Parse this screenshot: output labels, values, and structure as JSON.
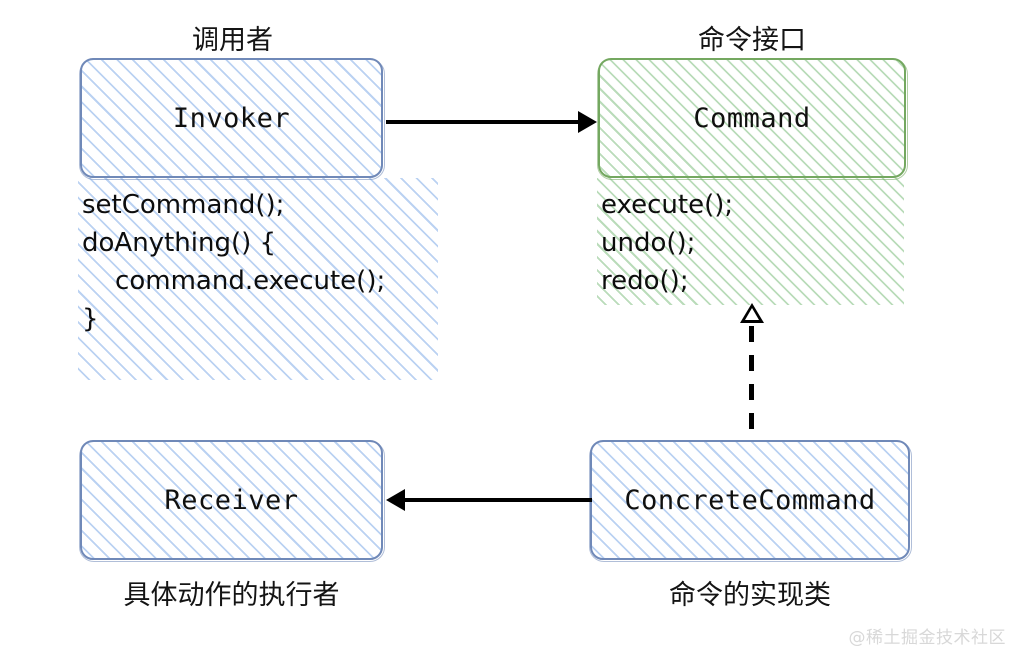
{
  "diagram": {
    "title_invoker_caption": "调用者",
    "title_command_caption": "命令接口",
    "receiver_caption": "具体动作的执行者",
    "concrete_caption": "命令的实现类",
    "watermark": "@稀土掘金技术社区"
  },
  "colors": {
    "blue_border": "#7089b8",
    "green_border": "#74a860",
    "blue_hatch": "#96b9eb",
    "green_hatch": "#8cc48c",
    "edge": "#000000",
    "background": "#ffffff",
    "text": "#101010",
    "watermark": "#d8d8d8"
  },
  "nodes": {
    "invoker": {
      "label": "Invoker",
      "kind": "class",
      "accent": "blue"
    },
    "command": {
      "label": "Command",
      "kind": "interface",
      "accent": "green"
    },
    "receiver": {
      "label": "Receiver",
      "kind": "class",
      "accent": "blue"
    },
    "concrete_command": {
      "label": "ConcreteCommand",
      "kind": "class",
      "accent": "blue"
    }
  },
  "members": {
    "invoker": [
      "setCommand();",
      "",
      "doAnything() {",
      "    command.execute();",
      "}"
    ],
    "command": [
      "execute();",
      "undo();",
      "redo();"
    ]
  },
  "edges": [
    {
      "name": "invoker-to-command",
      "from": "Invoker",
      "to": "Command",
      "style": "solid",
      "arrow": "open-right"
    },
    {
      "name": "concrete-to-receiver",
      "from": "ConcreteCommand",
      "to": "Receiver",
      "style": "solid",
      "arrow": "open-left"
    },
    {
      "name": "concrete-implements-command",
      "from": "ConcreteCommand",
      "to": "Command",
      "style": "dashed",
      "arrow": "hollow-triangle"
    }
  ]
}
